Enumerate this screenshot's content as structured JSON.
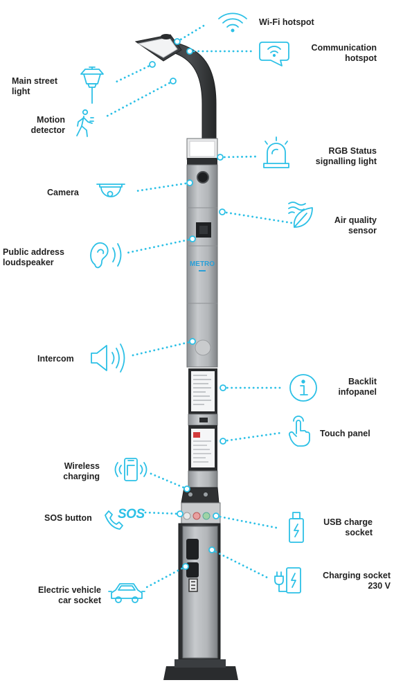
{
  "accent_color": "#2cc0e6",
  "pole_brand": "METRO",
  "sos_icon_text": "SOS",
  "features": [
    {
      "id": "wifi",
      "lines": [
        "Wi-Fi hotspot"
      ],
      "icon": "wifi-icon"
    },
    {
      "id": "communication",
      "lines": [
        "Communication",
        "hotspot"
      ],
      "icon": "speech-bubble-icon"
    },
    {
      "id": "street-light",
      "lines": [
        "Main street",
        "light"
      ],
      "icon": "street-lamp-icon"
    },
    {
      "id": "motion",
      "lines": [
        "Motion",
        "detector"
      ],
      "icon": "walking-person-icon"
    },
    {
      "id": "rgb",
      "lines": [
        "RGB Status",
        "signalling light"
      ],
      "icon": "siren-icon"
    },
    {
      "id": "camera",
      "lines": [
        "Camera"
      ],
      "icon": "dome-camera-icon"
    },
    {
      "id": "air",
      "lines": [
        "Air quality",
        "sensor"
      ],
      "icon": "leaf-wind-icon"
    },
    {
      "id": "loudspeaker",
      "lines": [
        "Public address",
        "loudspeaker"
      ],
      "icon": "ear-icon"
    },
    {
      "id": "intercom",
      "lines": [
        "Intercom"
      ],
      "icon": "speaker-icon"
    },
    {
      "id": "infopanel",
      "lines": [
        "Backlit",
        "infopanel"
      ],
      "icon": "info-icon"
    },
    {
      "id": "touch",
      "lines": [
        "Touch panel"
      ],
      "icon": "touch-hand-icon"
    },
    {
      "id": "wireless",
      "lines": [
        "Wireless",
        "charging"
      ],
      "icon": "phone-charging-icon"
    },
    {
      "id": "sos",
      "lines": [
        "SOS button"
      ],
      "icon": "sos-phone-icon"
    },
    {
      "id": "usb",
      "lines": [
        "USB charge",
        "socket"
      ],
      "icon": "usb-icon"
    },
    {
      "id": "ev",
      "lines": [
        "Electric vehicle",
        "car socket"
      ],
      "icon": "car-icon"
    },
    {
      "id": "socket230",
      "lines": [
        "Charging socket",
        "230 V"
      ],
      "icon": "plug-icon"
    }
  ]
}
